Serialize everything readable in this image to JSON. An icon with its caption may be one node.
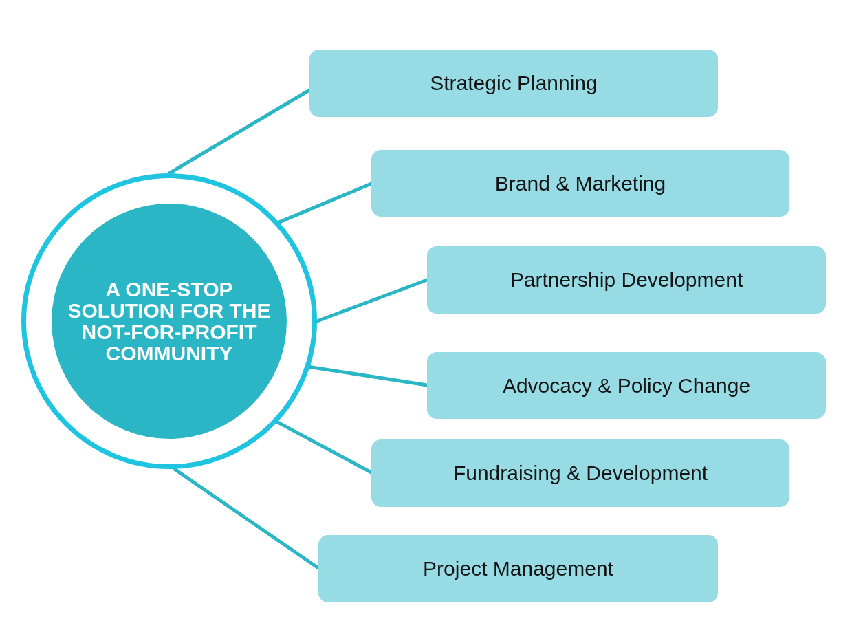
{
  "diagram": {
    "nodes": [
      {
        "text": [
          "A ONE-STOP SOLUTION FOR THE NOT-FOR-PROFIT COMMUNITY"
        ]
      },
      {
        "text": [
          "Strategic Planning"
        ]
      },
      {
        "text": [
          "Brand & Marketing"
        ]
      },
      {
        "text": [
          "Partnership Development"
        ]
      },
      {
        "text": [
          "Advocacy & Policy Change"
        ]
      },
      {
        "text": [
          "Fundraising & Development"
        ]
      },
      {
        "text": [
          "Project Management"
        ]
      }
    ],
    "edges": [
      {
        "from": 0,
        "to": 1,
        "arrow": "none"
      },
      {
        "from": 0,
        "to": 2,
        "arrow": "none"
      },
      {
        "from": 0,
        "to": 3,
        "arrow": "none"
      },
      {
        "from": 0,
        "to": 4,
        "arrow": "none"
      },
      {
        "from": 0,
        "to": 5,
        "arrow": "none"
      },
      {
        "from": 0,
        "to": 6,
        "arrow": "none"
      }
    ]
  }
}
